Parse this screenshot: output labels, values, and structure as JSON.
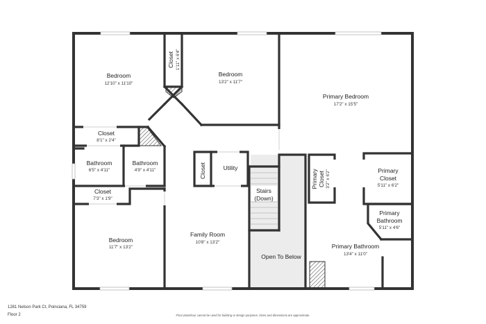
{
  "rooms": {
    "bedroom_nw": {
      "name": "Bedroom",
      "dims": "12'10\" x 11'10\""
    },
    "bedroom_n": {
      "name": "Bedroom",
      "dims": "13'2\" x 11'7\""
    },
    "closet_top": {
      "name": "Closet",
      "dims": "1'11\" x 6'4\""
    },
    "primary_bedroom": {
      "name": "Primary Bedroom",
      "dims": "17'2\" x 15'5\""
    },
    "closet_mid": {
      "name": "Closet",
      "dims": "8'1\" x 2'4\""
    },
    "bathroom_a": {
      "name": "Bathroom",
      "dims": "6'5\" x 4'11\""
    },
    "bathroom_b": {
      "name": "Bathroom",
      "dims": "4'9\" x 4'11\""
    },
    "closet_small": {
      "name": "Closet"
    },
    "utility": {
      "name": "Utility"
    },
    "stairs": {
      "name_line1": "Stairs",
      "name_line2": "(Down)"
    },
    "primary_closet_v": {
      "name_line1": "Primary",
      "name_line2": "Closet",
      "dims": "3'2\" x 6'2\""
    },
    "primary_closet": {
      "name_line1": "Primary",
      "name_line2": "Closet",
      "dims": "5'11\" x 6'2\""
    },
    "primary_bath_small": {
      "name_line1": "Primary",
      "name_line2": "Bathroom",
      "dims": "5'11\" x 4'6\""
    },
    "closet_sw": {
      "name": "Closet",
      "dims": "7'3\" x 1'9\""
    },
    "bedroom_sw": {
      "name": "Bedroom",
      "dims": "11'7\" x 13'2\""
    },
    "family_room": {
      "name": "Family Room",
      "dims": "10'8\" x 13'2\""
    },
    "open_below": {
      "name": "Open To Below"
    },
    "primary_bathroom": {
      "name": "Primary Bathroom",
      "dims": "13'4\" x 11'0\""
    }
  },
  "footer": {
    "address": "1281 Nelson Park Ct, Poinciana, FL 34759",
    "floor": "Floor 2",
    "disclaimer": "Floor plans/tour cannot be used for building or design purposes. Sizes and dimensions are approximate."
  },
  "colors": {
    "wall": "#333333",
    "open_below_fill": "#ececec",
    "window": "#d9d9d9",
    "background": "#ffffff"
  }
}
